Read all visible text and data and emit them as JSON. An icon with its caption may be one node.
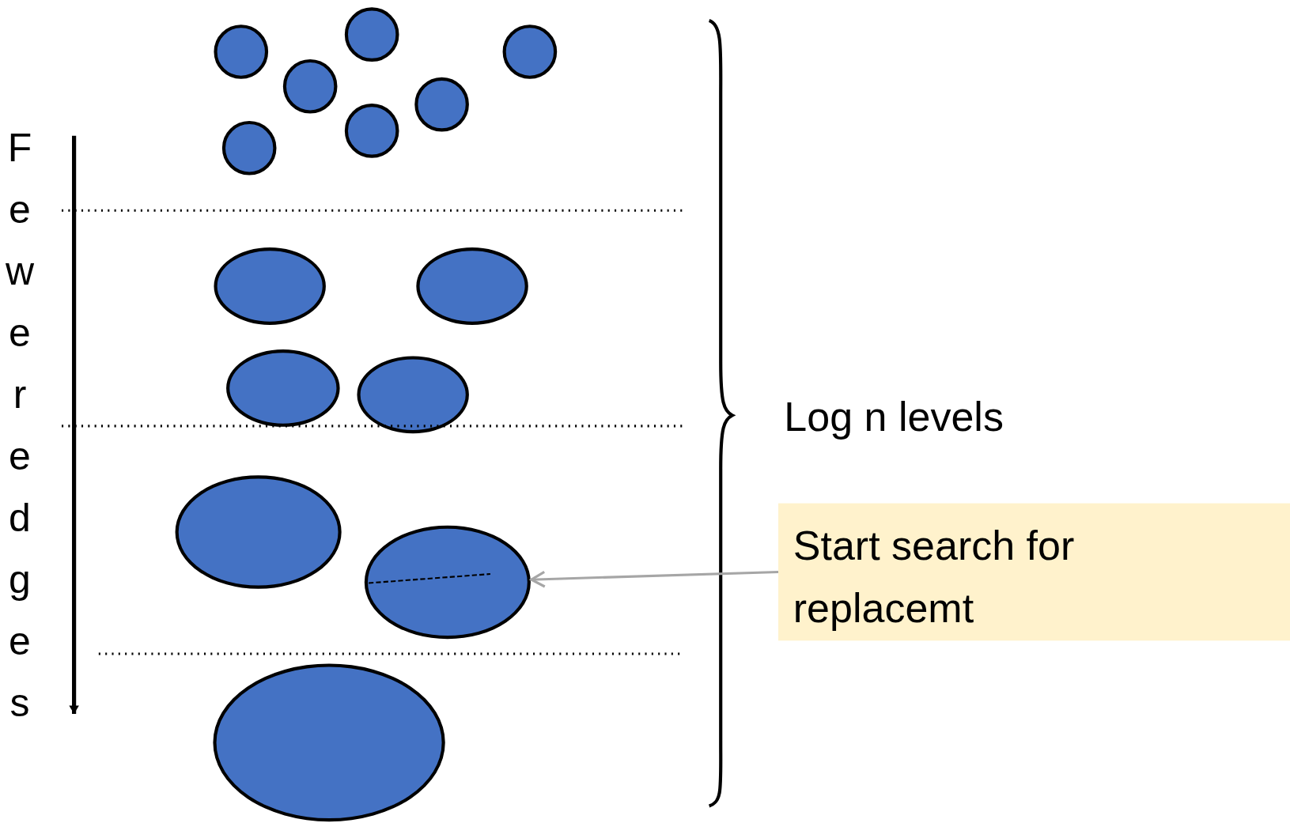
{
  "diagram": {
    "nodes": [
      {
        "text": [],
        "shape": "circle"
      },
      {
        "text": [],
        "shape": "circle"
      },
      {
        "text": [],
        "shape": "circle"
      },
      {
        "text": [],
        "shape": "circle"
      },
      {
        "text": [],
        "shape": "circle"
      },
      {
        "text": [],
        "shape": "circle"
      },
      {
        "text": [],
        "shape": "circle"
      },
      {
        "text": [],
        "shape": "ellipse"
      },
      {
        "text": [],
        "shape": "ellipse"
      },
      {
        "text": [],
        "shape": "ellipse"
      },
      {
        "text": [],
        "shape": "ellipse"
      },
      {
        "text": [],
        "shape": "ellipse"
      },
      {
        "text": [],
        "shape": "ellipse"
      },
      {
        "text": [],
        "shape": "ellipse"
      },
      {
        "text": [
          "Start search for replacemt"
        ]
      }
    ],
    "edges": [
      {
        "from": 14,
        "to": 12,
        "arrow": "to",
        "color": "#a6a6a6"
      }
    ],
    "labels": [
      "Fewer edges",
      "Log n levels"
    ]
  }
}
